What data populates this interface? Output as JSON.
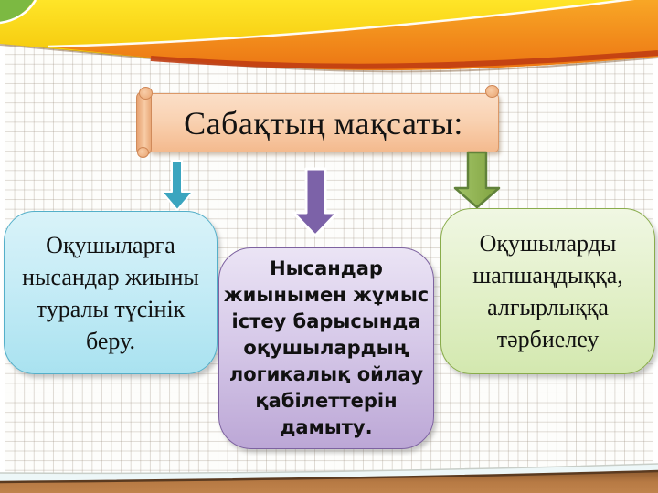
{
  "slide": {
    "title": "Сабақтың мақсаты:",
    "boxes": [
      {
        "id": "left",
        "text": "Оқушыларға\nнысандар жиыны\nтуралы түсінік\nберу.",
        "fill_top": "#D9F3F9",
        "fill_bottom": "#A9E2F0",
        "border": "#54AFC9",
        "arrow_color": "#3BA5BF"
      },
      {
        "id": "middle",
        "text": "Нысандар\nжиынымен жұмыс\nістеу барысында\nоқушылардың\nлогикалық ойлау\nқабілеттерін\nдамыту.",
        "fill_top": "#EBE4F5",
        "fill_bottom": "#BCA7D6",
        "border": "#7D62A0",
        "arrow_color": "#7C62A8"
      },
      {
        "id": "right",
        "text": "Оқушыларды\nшапшаңдыққа,\nалғырлыққа\nтәрбиелеу",
        "fill_top": "#F0F7E3",
        "fill_bottom": "#D3E8AF",
        "border": "#89AC4B",
        "arrow_color": "#8FB04E"
      }
    ],
    "decor": {
      "banner": {
        "fill_top": "#FBDFC8",
        "fill_bottom": "#F4BA8E",
        "border": "#DB9868"
      },
      "top_band": {
        "yellow": "#F9CF0B",
        "orange": "#F08418",
        "green": "#7CB942",
        "white_curve": "#FFFFFF",
        "red_stripe": "#C03D12"
      },
      "bottom_band": {
        "wave": "#EDF7F8",
        "brown_top": "#8F5C30",
        "brown_bottom": "#C0834C",
        "edge": "#5A3A20"
      },
      "grid_line": "rgba(150,135,118,0.30)"
    }
  }
}
